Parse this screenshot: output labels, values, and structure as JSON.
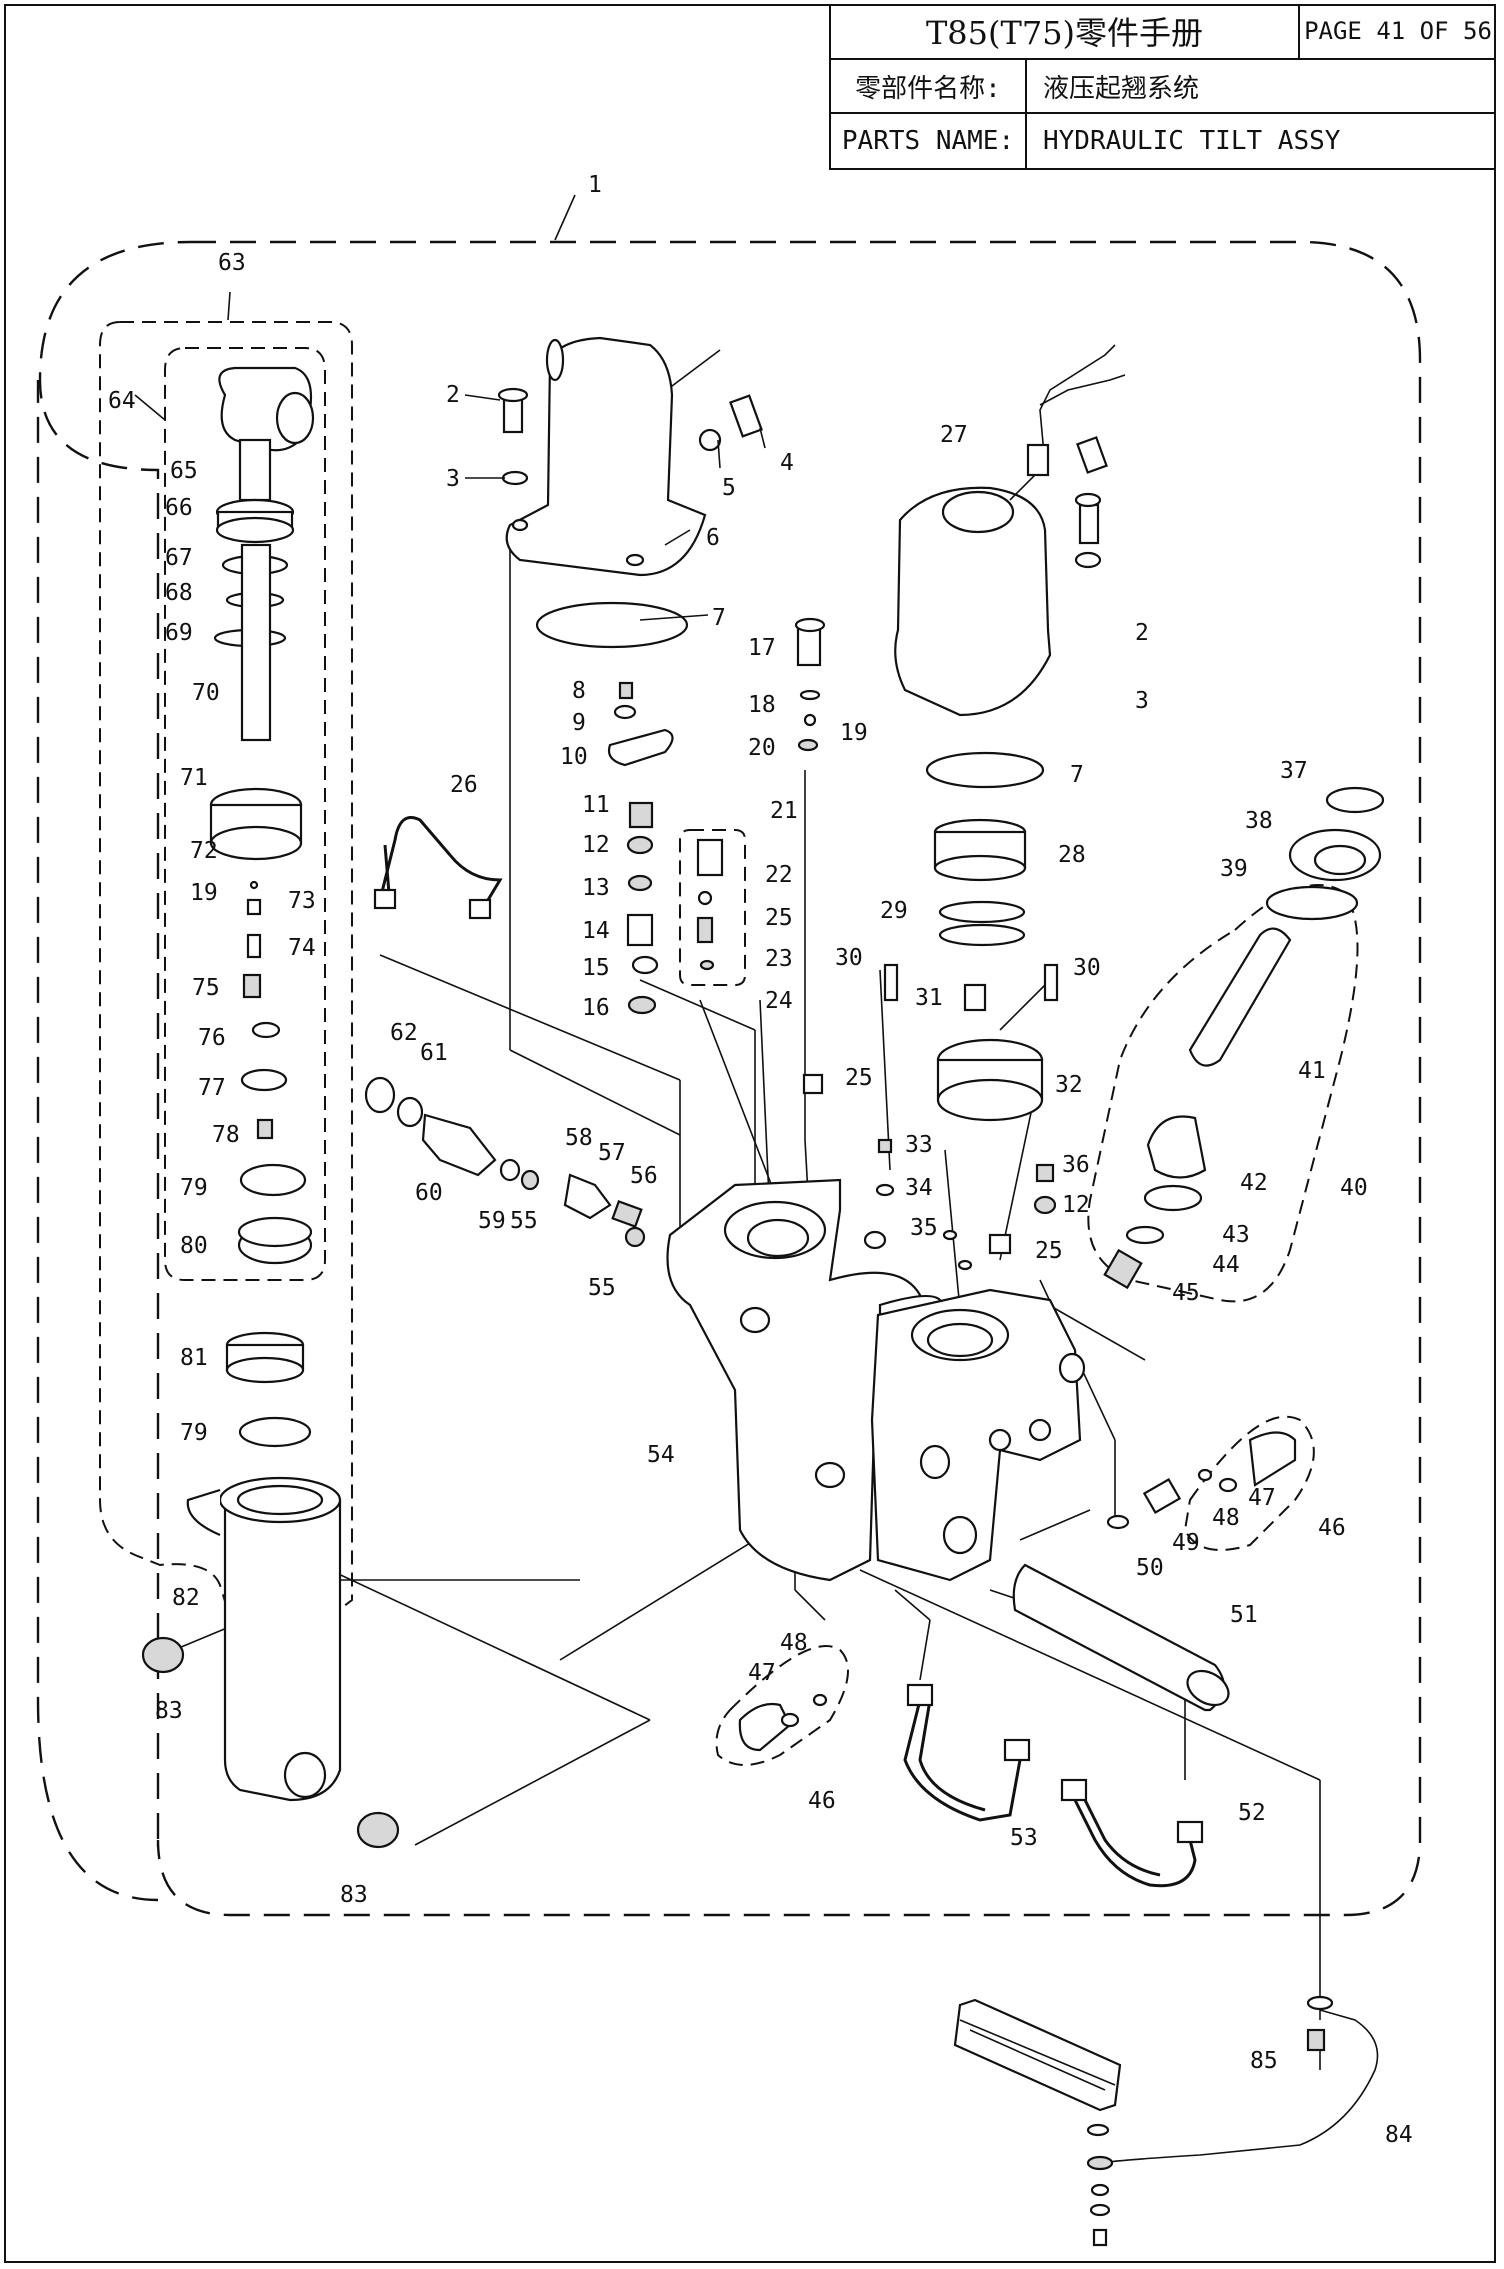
{
  "header": {
    "manual_title": "T85(T75)零件手册",
    "page": "PAGE 41 OF 56",
    "name_cn_label": "零部件名称:",
    "name_cn_value": "液压起翘系统",
    "name_en_label": "PARTS NAME:",
    "name_en_value": "HYDRAULIC TILT ASSY"
  },
  "callouts": [
    "1",
    "2",
    "3",
    "4",
    "5",
    "6",
    "7",
    "8",
    "9",
    "10",
    "11",
    "12",
    "13",
    "14",
    "15",
    "16",
    "17",
    "18",
    "19",
    "20",
    "21",
    "22",
    "23",
    "24",
    "25",
    "26",
    "27",
    "28",
    "29",
    "30",
    "31",
    "32",
    "33",
    "34",
    "35",
    "36",
    "37",
    "38",
    "39",
    "40",
    "41",
    "42",
    "43",
    "44",
    "45",
    "46",
    "47",
    "48",
    "49",
    "50",
    "51",
    "52",
    "53",
    "54",
    "55",
    "56",
    "57",
    "58",
    "59",
    "60",
    "61",
    "62",
    "63",
    "64",
    "65",
    "66",
    "67",
    "68",
    "69",
    "70",
    "71",
    "72",
    "73",
    "74",
    "75",
    "76",
    "77",
    "78",
    "79",
    "80",
    "81",
    "82",
    "83",
    "84",
    "85"
  ],
  "repeat_callouts": [
    "2",
    "3",
    "7",
    "12",
    "19",
    "25",
    "30",
    "46",
    "47",
    "48",
    "55",
    "79",
    "83"
  ]
}
